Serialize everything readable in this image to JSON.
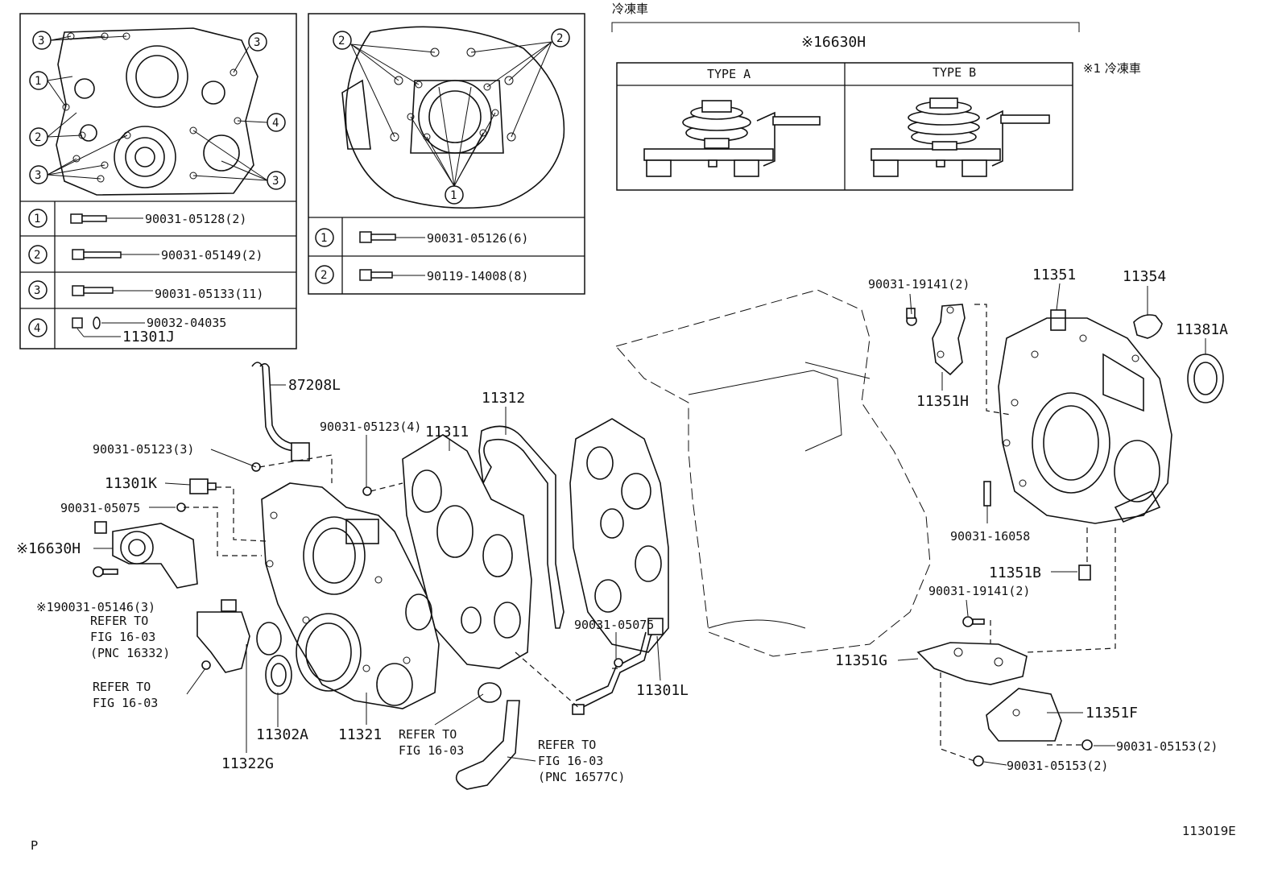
{
  "reference_box_1": {
    "rows": [
      {
        "num": "1",
        "part": "90031-05128(2)"
      },
      {
        "num": "2",
        "part": "90031-05149(2)"
      },
      {
        "num": "3",
        "part": "90031-05133(11)"
      },
      {
        "num": "4",
        "part": "90032-04035",
        "part2": "11301J"
      }
    ],
    "callouts": [
      "3",
      "1",
      "2",
      "3",
      "3",
      "4",
      "3"
    ]
  },
  "reference_box_2": {
    "rows": [
      {
        "num": "1",
        "part": "90031-05126(6)"
      },
      {
        "num": "2",
        "part": "90119-14008(8)"
      }
    ],
    "callouts": [
      "2",
      "2",
      "1"
    ]
  },
  "refrigerator_section": {
    "header": "冷凍車",
    "part": "※16630H",
    "type_a": "TYPE A",
    "type_b": "TYPE B",
    "note": "※1  冷凍車"
  },
  "labels": {
    "p87208L": "87208L",
    "p90031_05123_3": "90031-05123(3)",
    "p11301K": "11301K",
    "p90031_05075_left": "90031-05075",
    "p16630H": "※16630H",
    "p90031_05146": "※190031-05146(3)",
    "refer1_a": "REFER TO",
    "refer1_b": "FIG 16-03",
    "refer1_c": "(PNC 16332)",
    "refer2_a": "REFER TO",
    "refer2_b": "FIG 16-03",
    "p11322G": "11322G",
    "p11302A": "11302A",
    "p11321": "11321",
    "refer3_a": "REFER TO",
    "refer3_b": "FIG 16-03",
    "refer4_a": "REFER TO",
    "refer4_b": "FIG 16-03",
    "refer4_c": "(PNC 16577C)",
    "p90031_05123_4": "90031-05123(4)",
    "p11311": "11311",
    "p11312": "11312",
    "p90031_05075_mid": "90031-05075",
    "p11301L": "11301L",
    "p90031_19141_top": "90031-19141(2)",
    "p11351": "11351",
    "p11354": "11354",
    "p11381A": "11381A",
    "p11351H": "11351H",
    "p90031_16058": "90031-16058",
    "p11351B": "11351B",
    "p90031_19141_bot": "90031-19141(2)",
    "p11351G": "11351G",
    "p11351F": "11351F",
    "p90031_05153_a": "90031-05153(2)",
    "p90031_05153_b": "90031-05153(2)"
  },
  "footer": {
    "left_mark": "P",
    "figure_code": "113019E"
  }
}
